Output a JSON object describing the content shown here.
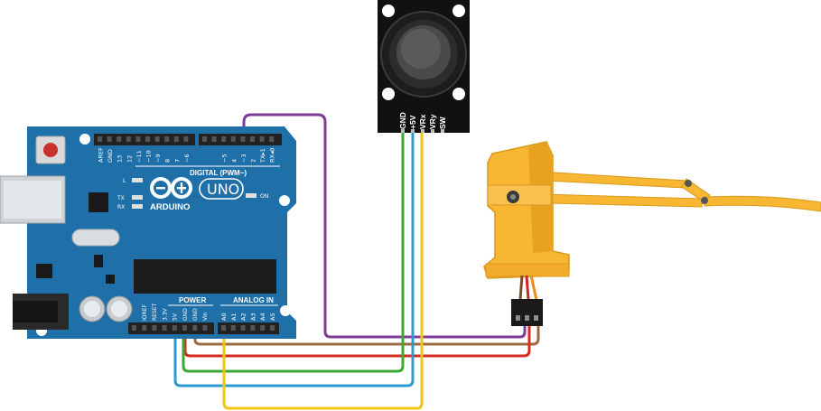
{
  "arduino": {
    "logo_word": "ARDUINO",
    "model": "UNO",
    "digital_header_label": "DIGITAL (PWM~)",
    "power_label": "POWER",
    "analog_label": "ANALOG IN",
    "led_l": "L",
    "led_tx": "TX",
    "led_rx": "RX",
    "led_on": "ON",
    "top_pins": [
      "AREF",
      "GND",
      "13",
      "12",
      "~11",
      "~10",
      "~9",
      "8",
      "7",
      "~6",
      "~5",
      "4",
      "~3",
      "2",
      "TX▸1",
      "RX◂0"
    ],
    "power_pins": [
      "IOREF",
      "RESET",
      "3.3V",
      "5V",
      "GND",
      "GND",
      "Vin"
    ],
    "analog_pins": [
      "A0",
      "A1",
      "A2",
      "A3",
      "A4",
      "A5"
    ]
  },
  "joystick": {
    "pins": [
      "GND",
      "+5V",
      "VRx",
      "VRy",
      "SW"
    ]
  },
  "colors": {
    "board": "#1f6fa8",
    "board_dark": "#185b8c",
    "header": "#222222",
    "wire_purple": "#7d3c98",
    "wire_green": "#3aaa35",
    "wire_blue": "#2d9bd2",
    "wire_yellow": "#f2c511",
    "wire_red": "#d62b22",
    "wire_brown": "#9b6b3f",
    "servo_orange": "#f7b733",
    "joystick_black": "#111111"
  },
  "icons": {
    "reset_button": "red-reset-button-icon",
    "logo": "arduino-infinity-logo-icon"
  }
}
